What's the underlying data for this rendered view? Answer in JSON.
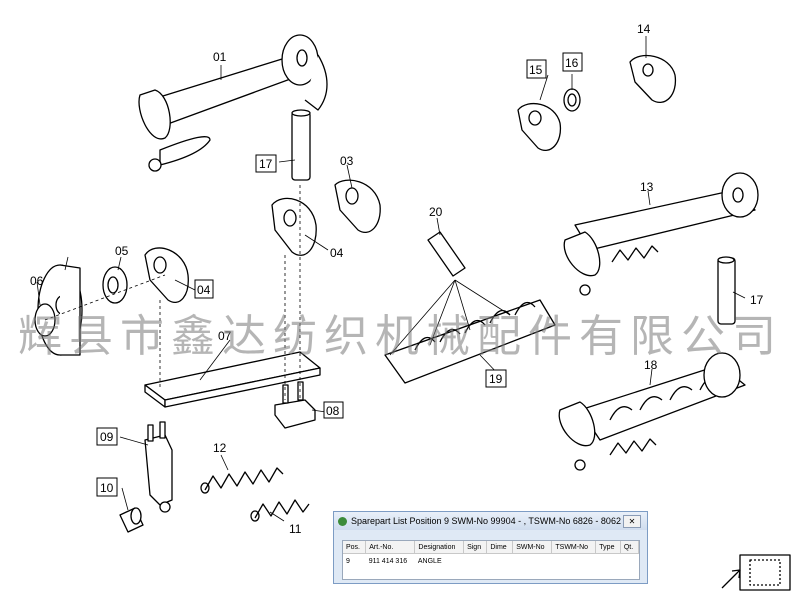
{
  "labels": [
    "01",
    "03",
    "04",
    "04",
    "05",
    "06",
    "07",
    "08",
    "09",
    "10",
    "11",
    "12",
    "13",
    "14",
    "15",
    "16",
    "17",
    "17",
    "18",
    "19",
    "20"
  ],
  "watermark": "辉县市鑫达纺织机械配件有限公司",
  "sparepart_window": {
    "title": "Sparepart List Position 9 SWM-No 99904 - , TSWM-No 6826 - 8062",
    "close": "✕",
    "columns": [
      "Pos.",
      "Art.-No.",
      "Designation",
      "Sign",
      "Dime",
      "SWM-No",
      "TSWM-No",
      "Type",
      "Qt."
    ],
    "rows": [
      [
        "9",
        "911 414 316",
        "ANGLE",
        "",
        "",
        "",
        "",
        "",
        ""
      ]
    ]
  }
}
